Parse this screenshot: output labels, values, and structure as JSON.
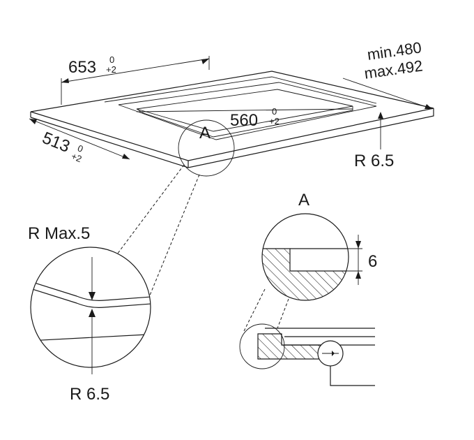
{
  "top_view": {
    "width_main": "653",
    "width_tol_top": "0",
    "width_tol_bottom": "+2",
    "depth_main": "513",
    "depth_tol_top": "0",
    "depth_tol_bottom": "+2",
    "inner_main": "560",
    "inner_tol_top": "0",
    "inner_tol_bottom": "+2",
    "thickness_min": "min.480",
    "thickness_max": "max.492",
    "corner_radius": "R 6.5",
    "detail_label": "A"
  },
  "detail_corner": {
    "radius_max": "R Max.5",
    "radius": "R 6.5"
  },
  "detail_section": {
    "label": "A",
    "depth": "6"
  }
}
